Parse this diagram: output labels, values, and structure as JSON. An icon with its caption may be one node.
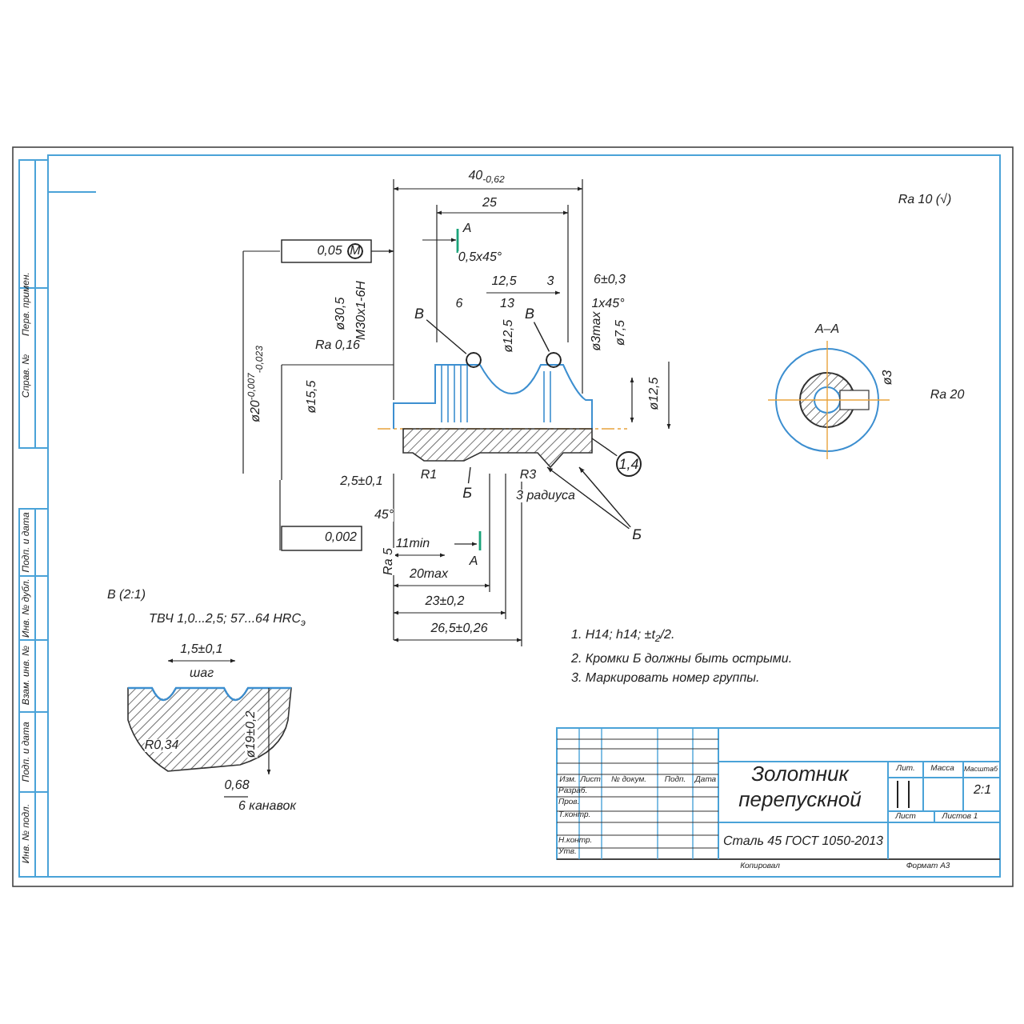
{
  "diagram": {
    "nodes": [
      {
        "text": [
          "В"
        ]
      },
      {
        "text": [],
        "shape": "circle"
      },
      {
        "text": [
          "В"
        ]
      },
      {
        "text": [],
        "shape": "circle"
      },
      {
        "text": [
          "1,4"
        ]
      },
      {
        "text": [
          "Б"
        ]
      },
      {
        "text": [
          "Б"
        ]
      },
      {
        "text": [],
        "shape": "picture"
      }
    ],
    "edges": [
      {
        "from": 0,
        "to": 1,
        "arrow": "none"
      },
      {
        "from": 2,
        "to": 3,
        "arrow": "none"
      },
      {
        "from": 4,
        "to": 7,
        "arrow": "none"
      },
      {
        "from": 5,
        "to": 7,
        "arrow": "to"
      },
      {
        "from": 5,
        "to": 7,
        "arrow": "to"
      },
      {
        "from": 6,
        "to": 7,
        "arrow": "none"
      }
    ],
    "labels": [
      "Перв. примен.",
      "Справ. №",
      "Подп. и дата",
      "Инв. № дубл.",
      "Взам. инв. №",
      "Подп. и дата",
      "Инв. № подл.",
      "40$_{-0,62}$",
      "25",
      "А",
      "0,5x45°",
      "12,5",
      "3",
      "6±0,3",
      "6",
      "13",
      "1x45°",
      "Ra 0,16",
      "ø30,5",
      "M30x1-6H",
      "ø12,5",
      "ø3max",
      "ø7,5",
      "ø20$^{-0,007}$$_{-0,023}$",
      "ø15,5",
      "ø12,5",
      "0,05",
      "M",
      "2,5±0,1",
      "R1",
      "R3",
      "3 радиуса",
      "45°",
      "0,002",
      "11min",
      "А",
      "Ra 5",
      "20max",
      "23±0,2",
      "26,5±0,26",
      "Ra 10 (√)",
      "А–А",
      "ø3",
      "Ra 20",
      "В (2:1)",
      "ТВЧ 1,0...2,5; 57...64 HRC$_{э}$",
      "1,5±0,1",
      "шаг",
      "R0,34",
      "ø19±0,2",
      "0,68",
      "6 канавок",
      "1. H14; h14; ±t$_{2}$/2.",
      "2. Кромки Б должны быть острыми.",
      "3. Маркировать номер группы.",
      "Изм.",
      "Лист",
      "№ докум.",
      "Подп.",
      "Дата",
      "Разраб.",
      "Пров.",
      "Т.контр.",
      "Н.контр.",
      "Утв.",
      "Золотник перепускной",
      "Лит.",
      "Масса",
      "Масштаб",
      "2:1",
      "Сталь 45 ГОСТ 1050-2013",
      "Лист",
      "Листов 1",
      "Копировал",
      "Формат А3"
    ]
  }
}
